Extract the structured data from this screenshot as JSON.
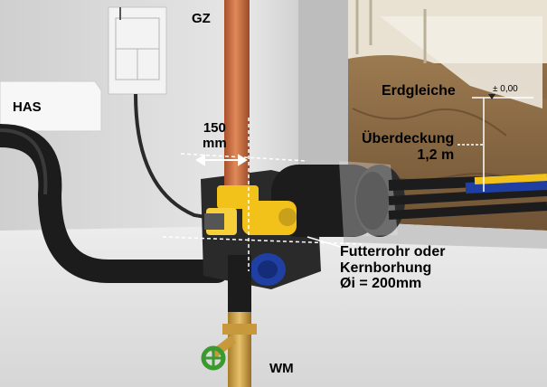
{
  "labels": {
    "has": "HAS",
    "gz": "GZ",
    "wm": "WM",
    "dimension_value": "150",
    "dimension_unit": "mm",
    "erdgleiche": "Erdgleiche",
    "level_marker": "± 0,00",
    "ueberdeckung_line1": "Überdeckung",
    "ueberdeckung_line2": "1,2 m",
    "futterrohr_line1": "Futterrohr oder",
    "futterrohr_line2": "Kernborhung",
    "futterrohr_line3": "Øi = 200mm"
  },
  "colors": {
    "copper_pipe": "#c96a3c",
    "gas_fitting": "#f2c21a",
    "water_pipe_brass": "#d9a441",
    "valve_handle": "#3a9a2f",
    "water_fitting_blue": "#1f3fa3",
    "sealing_flange": "#2a2a2a",
    "cable": "#1c1c1c",
    "wall": "#dcdcdc",
    "soil": "#8b6a45"
  },
  "icons": {
    "valve": "valve-handle-icon",
    "level_marker": "level-marker-icon"
  }
}
